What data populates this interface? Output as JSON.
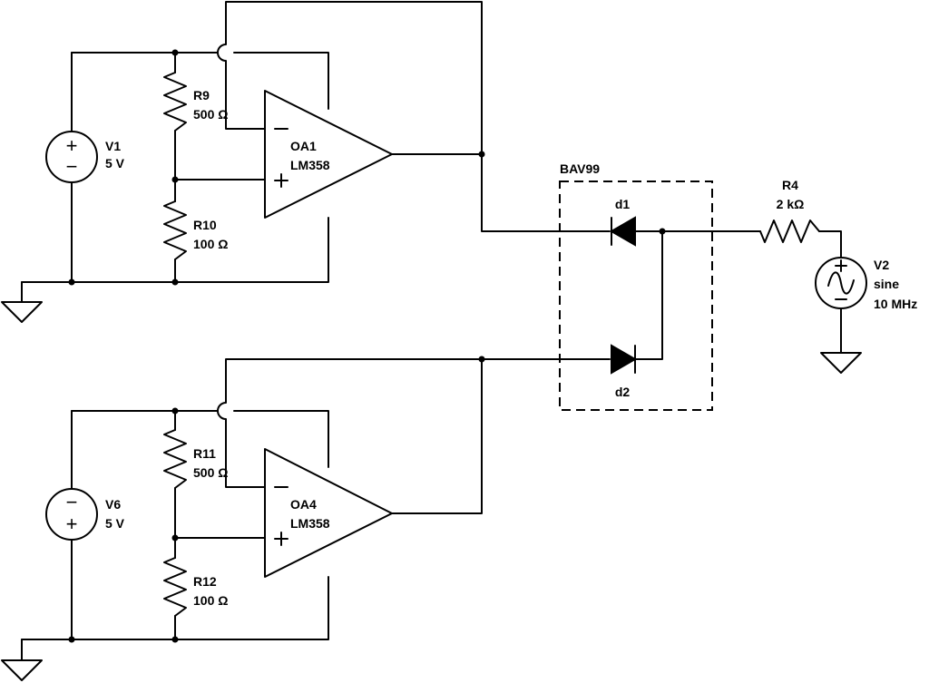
{
  "components": {
    "v1": {
      "name": "V1",
      "value": "5 V"
    },
    "v6": {
      "name": "V6",
      "value": "5 V"
    },
    "v2": {
      "name": "V2",
      "type": "sine",
      "value": "10 MHz"
    },
    "r9": {
      "name": "R9",
      "value": "500 Ω"
    },
    "r10": {
      "name": "R10",
      "value": "100 Ω"
    },
    "r11": {
      "name": "R11",
      "value": "500 Ω"
    },
    "r12": {
      "name": "R12",
      "value": "100 Ω"
    },
    "r4": {
      "name": "R4",
      "value": "2 kΩ"
    },
    "oa1": {
      "name": "OA1",
      "part": "LM358"
    },
    "oa4": {
      "name": "OA4",
      "part": "LM358"
    },
    "package": {
      "name": "BAV99"
    },
    "d1": {
      "name": "d1"
    },
    "d2": {
      "name": "d2"
    }
  },
  "symbols": {
    "plus": "+",
    "minus": "−"
  }
}
